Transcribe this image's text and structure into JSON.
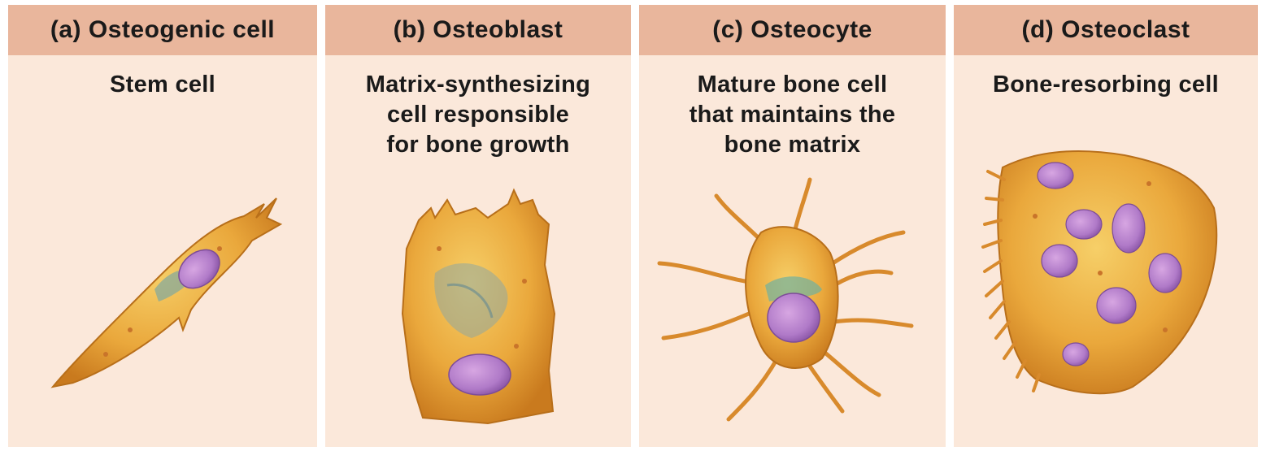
{
  "panels": [
    {
      "title": "(a) Osteogenic cell",
      "description": [
        "Stem cell"
      ],
      "cell_icon": "osteogenic-cell-illustration"
    },
    {
      "title": "(b) Osteoblast",
      "description": [
        "Matrix-synthesizing",
        "cell responsible",
        "for bone growth"
      ],
      "cell_icon": "osteoblast-illustration"
    },
    {
      "title": "(c) Osteocyte",
      "description": [
        "Mature bone cell",
        "that maintains the",
        "bone matrix"
      ],
      "cell_icon": "osteocyte-illustration"
    },
    {
      "title": "(d) Osteoclast",
      "description": [
        "Bone-resorbing cell"
      ],
      "cell_icon": "osteoclast-illustration"
    }
  ],
  "colors": {
    "header_background": "#e9b69c",
    "panel_background": "#fbe8da",
    "cytoplasm": "#e9a43c",
    "nucleus": "#b07ac8",
    "golgi": "#7fa8a0"
  }
}
